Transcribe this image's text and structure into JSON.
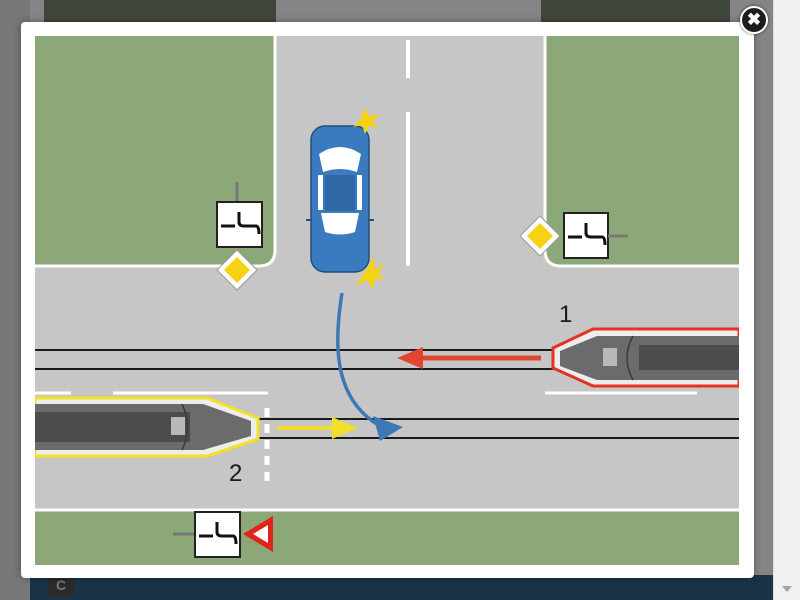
{
  "lightbox": {
    "close_glyph": "✖"
  },
  "background": {
    "bottom_icon_glyph": "C",
    "bottom_text": "·············"
  },
  "figure": {
    "vehicle_label_right_tram": "1",
    "vehicle_label_left_tram": "2",
    "colors": {
      "grass": "#8da878",
      "road": "#c6c6c6",
      "car": "#3a7bbf",
      "tram_right_outline": "#e23324",
      "tram_left_outline": "#f3e126",
      "arrow_red": "#e0452f",
      "arrow_yellow": "#f2de2b",
      "arrow_blue": "#3d78b4",
      "priority_sign": "#f5d312",
      "yield_sign": "#e2231a"
    },
    "icons": [
      "priority-road-sign",
      "yield-sign",
      "tram-track-plate"
    ]
  }
}
